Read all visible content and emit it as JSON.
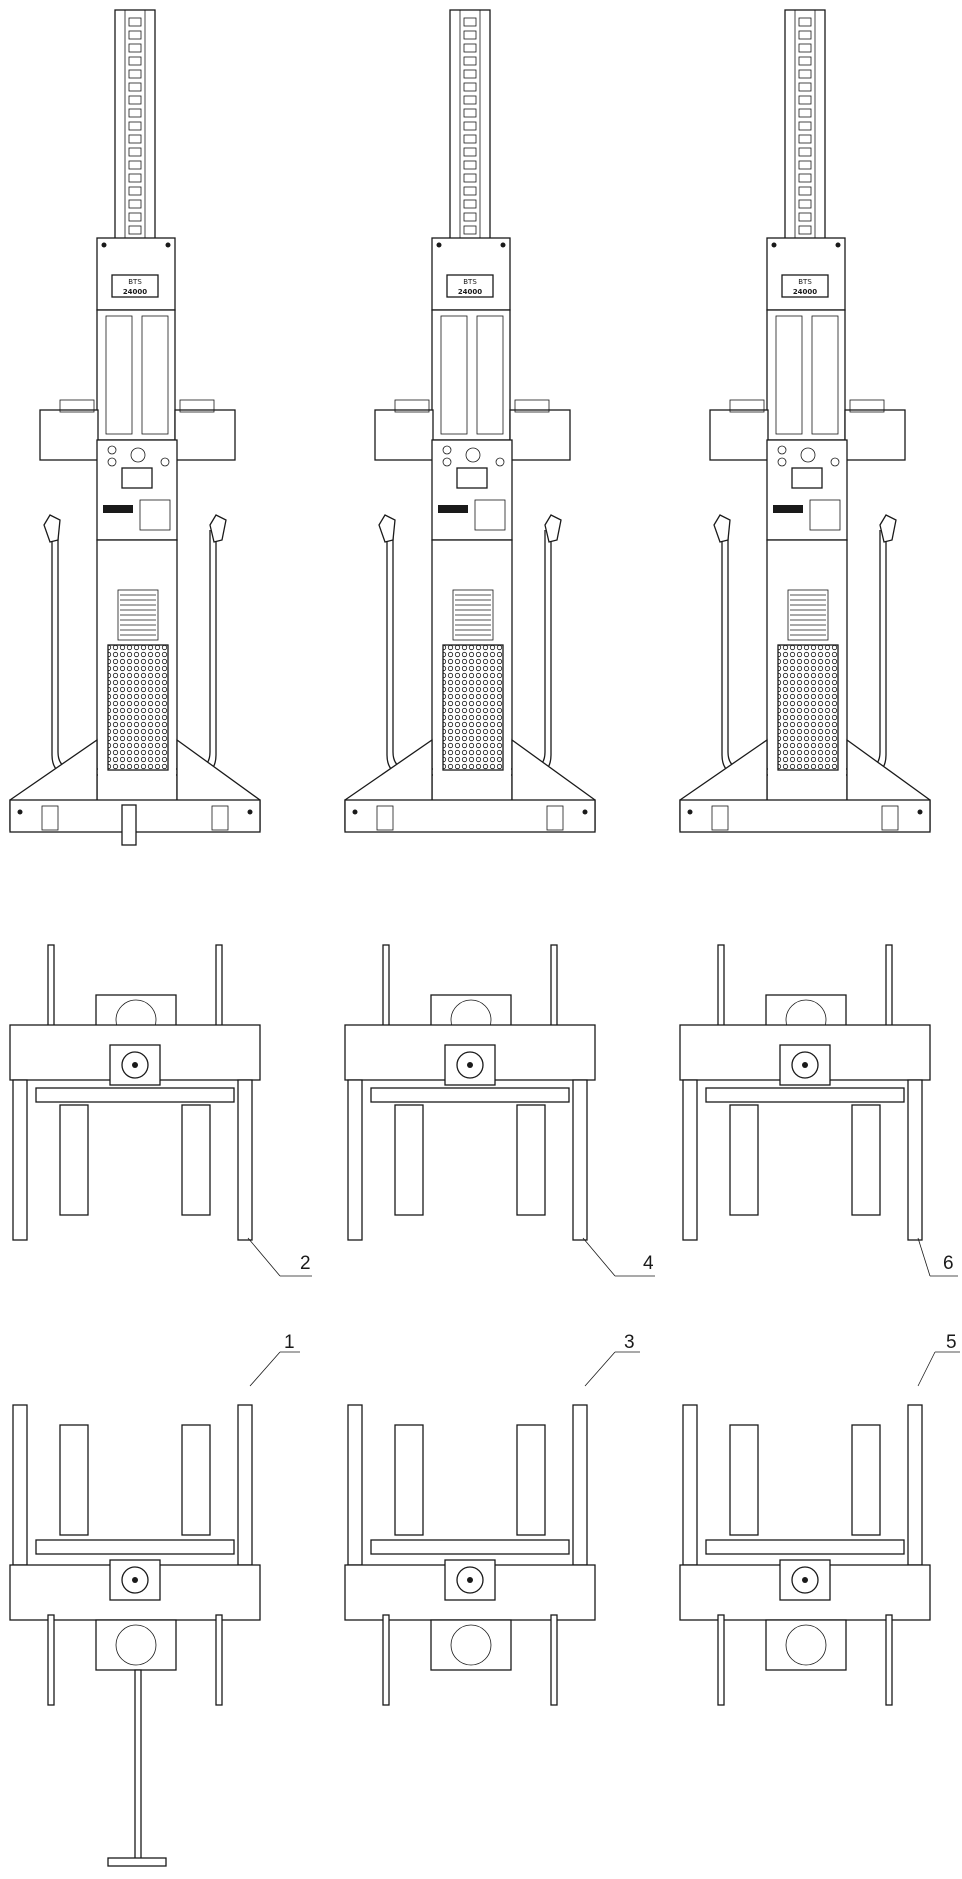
{
  "figure": {
    "units": [
      {
        "id": "unit-1",
        "callout": "1",
        "badge_top": "BTS",
        "badge_model": "24000",
        "handle": true
      },
      {
        "id": "unit-2",
        "callout": "2",
        "badge_top": "BTS",
        "badge_model": "24000",
        "handle": true
      },
      {
        "id": "unit-3",
        "callout": "3",
        "badge_top": "BTS",
        "badge_model": "24000",
        "handle": false
      },
      {
        "id": "unit-4",
        "callout": "4",
        "badge_top": "BTS",
        "badge_model": "24000",
        "handle": false
      },
      {
        "id": "unit-5",
        "callout": "5",
        "badge_top": "BTS",
        "badge_model": "24000",
        "handle": false
      },
      {
        "id": "unit-6",
        "callout": "6",
        "badge_top": "BTS",
        "badge_model": "24000",
        "handle": false
      }
    ],
    "views": [
      "front",
      "top",
      "bottom"
    ]
  }
}
